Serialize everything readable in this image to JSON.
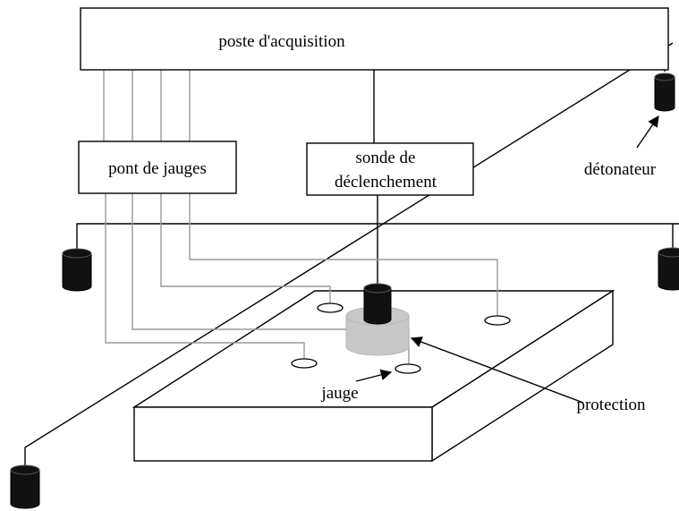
{
  "labels": {
    "acquisition": "poste d'acquisition",
    "bridge": "pont de jauges",
    "trigger_line1": "sonde de",
    "trigger_line2": "déclenchement",
    "detonator": "détonateur",
    "gauge": "jauge",
    "protection": "protection"
  },
  "colors": {
    "line": "#000000",
    "gauge_wire": "#9a9a9a",
    "protection": "#c8c8c8",
    "charge": "#111111"
  }
}
